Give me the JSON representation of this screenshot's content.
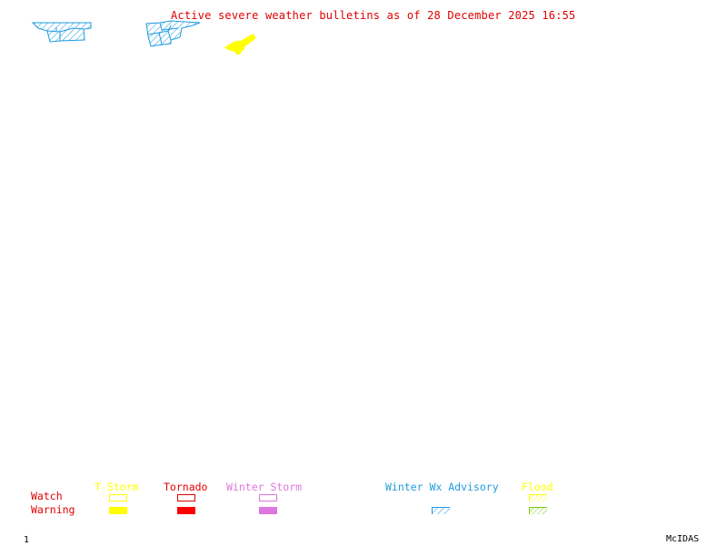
{
  "header": {
    "title": "Active severe weather bulletins as of 28 December 2025 16:55"
  },
  "colors": {
    "title": "#e00000",
    "tstorm": "#ffff00",
    "tornado": "#ff0000",
    "winter_storm": "#dd77dd",
    "winter_wx_advisory": "#1e9be0",
    "flood_watch": "#ffff00",
    "flood_warning": "#77cc00"
  },
  "legend": {
    "rows": {
      "watch": "Watch",
      "warning": "Warning"
    },
    "categories": [
      {
        "id": "tstorm",
        "label": "T-Storm",
        "watch": "outline",
        "warning": "filled"
      },
      {
        "id": "tornado",
        "label": "Tornado",
        "watch": "outline",
        "warning": "filled"
      },
      {
        "id": "winter-storm",
        "label": "Winter Storm",
        "watch": "outline",
        "warning": "filled"
      },
      {
        "id": "winter-wx-advisory",
        "label": "Winter Wx Advisory",
        "watch": "none",
        "warning": "hatched"
      },
      {
        "id": "flood",
        "label": "Flood",
        "watch": "hatched",
        "warning": "hatched"
      }
    ]
  },
  "map": {
    "alert_areas": [
      {
        "name": "winter-wx-advisory-area-west",
        "type": "Winter Wx Advisory"
      },
      {
        "name": "winter-wx-advisory-area-central",
        "type": "Winter Wx Advisory"
      },
      {
        "name": "tstorm-warning-area",
        "type": "T-Storm Warning"
      }
    ]
  },
  "footer": {
    "frame_number": "1",
    "software": "McIDAS"
  }
}
